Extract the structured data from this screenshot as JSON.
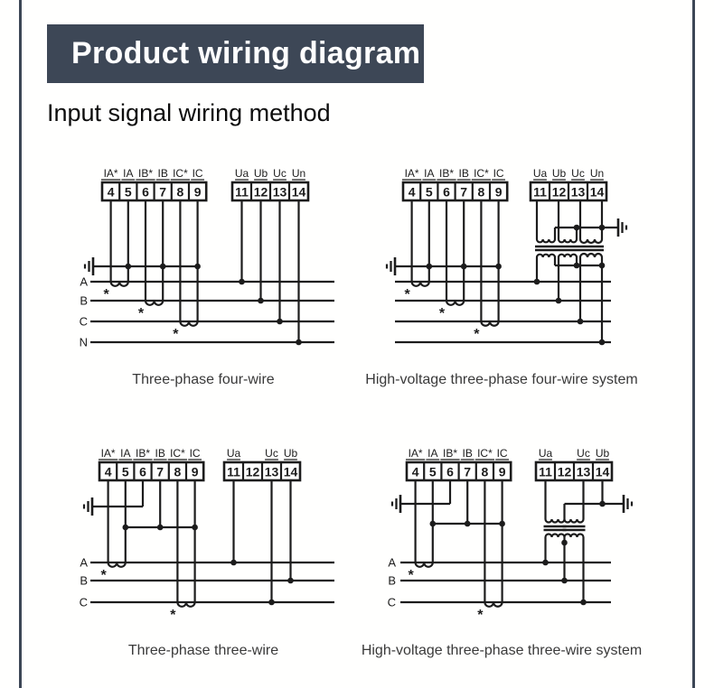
{
  "banner": {
    "title": "Product wiring diagram"
  },
  "subtitle": "Input signal wiring method",
  "colors": {
    "ink": "#1c1c1c",
    "banner_bg": "#3d4756",
    "caption": "#3a3a3a"
  },
  "diagrams": [
    {
      "id": "tl",
      "caption": "Three-phase four-wire",
      "current_labels": [
        "IA*",
        "IA",
        "IB*",
        "IB",
        "IC*",
        "IC"
      ],
      "current_numbers": [
        "4",
        "5",
        "6",
        "7",
        "8",
        "9"
      ],
      "voltage_labels": [
        "Ua",
        "Ub",
        "Uc",
        "Un"
      ],
      "voltage_numbers": [
        "11",
        "12",
        "13",
        "14"
      ],
      "phase_labels": [
        "A",
        "B",
        "C",
        "N"
      ],
      "polarity_mark": "*"
    },
    {
      "id": "tr",
      "caption": "High-voltage three-phase four-wire system",
      "current_labels": [
        "IA*",
        "IA",
        "IB*",
        "IB",
        "IC*",
        "IC"
      ],
      "current_numbers": [
        "4",
        "5",
        "6",
        "7",
        "8",
        "9"
      ],
      "voltage_labels": [
        "Ua",
        "Ub",
        "Uc",
        "Un"
      ],
      "voltage_numbers": [
        "11",
        "12",
        "13",
        "14"
      ],
      "phase_labels": [],
      "polarity_mark": "*"
    },
    {
      "id": "bl",
      "caption": "Three-phase three-wire",
      "current_labels": [
        "IA*",
        "IA",
        "IB*",
        "IB",
        "IC*",
        "IC"
      ],
      "current_numbers": [
        "4",
        "5",
        "6",
        "7",
        "8",
        "9"
      ],
      "voltage_labels": [
        "Ua",
        "",
        "Uc",
        "Ub"
      ],
      "voltage_numbers": [
        "11",
        "12",
        "13",
        "14"
      ],
      "phase_labels": [
        "A",
        "B",
        "C"
      ],
      "polarity_mark": "*"
    },
    {
      "id": "br",
      "caption": "High-voltage three-phase three-wire system",
      "current_labels": [
        "IA*",
        "IA",
        "IB*",
        "IB",
        "IC*",
        "IC"
      ],
      "current_numbers": [
        "4",
        "5",
        "6",
        "7",
        "8",
        "9"
      ],
      "voltage_labels": [
        "Ua",
        "",
        "Uc",
        "Ub"
      ],
      "voltage_numbers": [
        "11",
        "12",
        "13",
        "14"
      ],
      "phase_labels": [
        "A",
        "B",
        "C"
      ],
      "polarity_mark": "*"
    }
  ]
}
